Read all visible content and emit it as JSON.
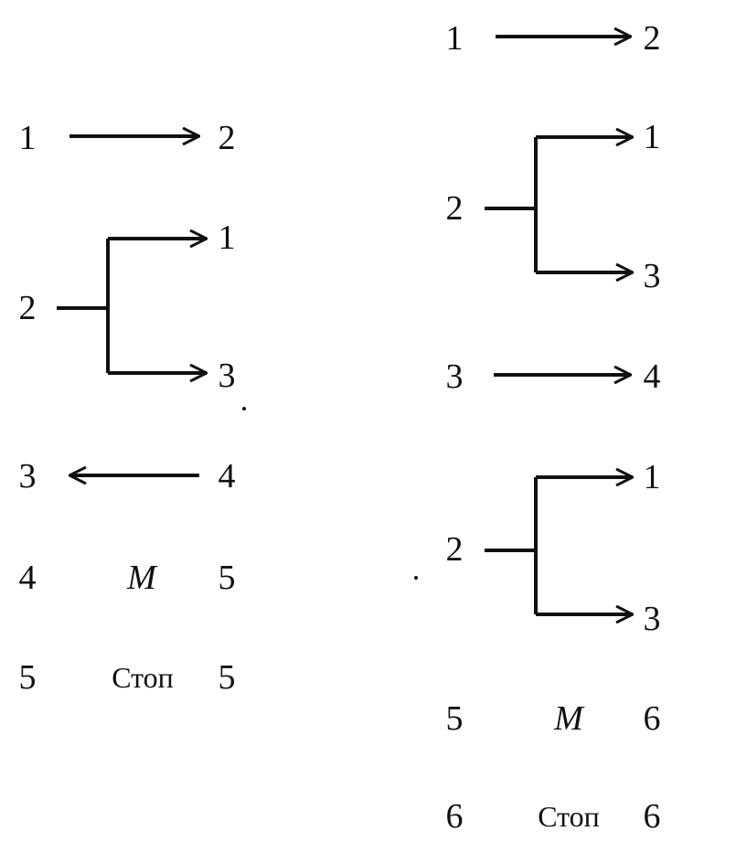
{
  "colors": {
    "ink": "#111111",
    "background": "#ffffff"
  },
  "left_scheme": {
    "rows": [
      {
        "kind": "forward",
        "from": "1",
        "to": "2"
      },
      {
        "kind": "branch",
        "from": "2",
        "to_upper": "1",
        "to_lower": "3"
      },
      {
        "kind": "backward",
        "from": "3",
        "to": "4"
      },
      {
        "kind": "operator",
        "from": "4",
        "op": "M",
        "to": "5"
      },
      {
        "kind": "stop",
        "from": "5",
        "op": "Стоп",
        "to": "5"
      }
    ]
  },
  "right_scheme": {
    "rows": [
      {
        "kind": "forward",
        "from": "1",
        "to": "2"
      },
      {
        "kind": "branch",
        "from": "2",
        "to_upper": "1",
        "to_lower": "3"
      },
      {
        "kind": "forward",
        "from": "3",
        "to": "4"
      },
      {
        "kind": "branch",
        "from": "2",
        "to_upper": "1",
        "to_lower": "3"
      },
      {
        "kind": "operator",
        "from": "5",
        "op": "M",
        "to": "6"
      },
      {
        "kind": "stop",
        "from": "6",
        "op": "Стоп",
        "to": "6"
      }
    ]
  }
}
